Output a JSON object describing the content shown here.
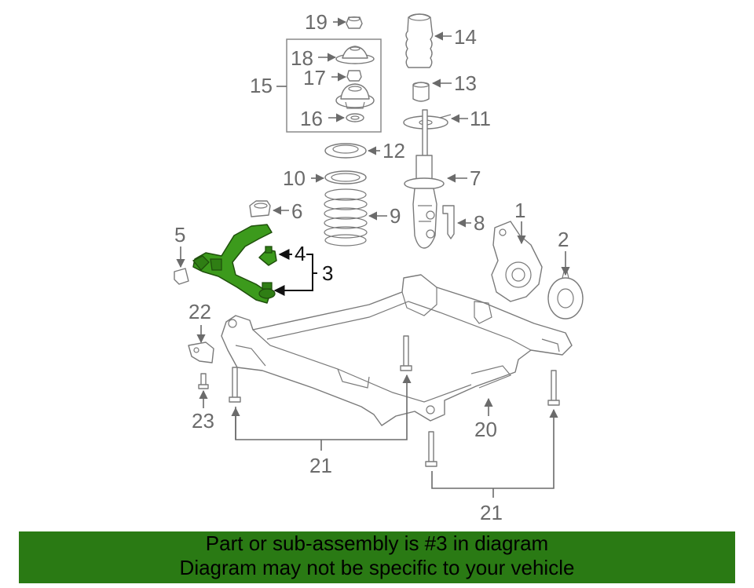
{
  "callouts": {
    "c1": "1",
    "c2": "2",
    "c3": "3",
    "c4": "4",
    "c5": "5",
    "c6": "6",
    "c7": "7",
    "c8": "8",
    "c9": "9",
    "c10": "10",
    "c11": "11",
    "c12": "12",
    "c13": "13",
    "c14": "14",
    "c15": "15",
    "c16": "16",
    "c17": "17",
    "c18": "18",
    "c19": "19",
    "c20": "20",
    "c21a": "21",
    "c21b": "21",
    "c22": "22",
    "c23": "23"
  },
  "highlight": {
    "part_number": "3",
    "color": "#3c9a1c"
  },
  "banner": {
    "line1": "Part or sub-assembly is #3 in diagram",
    "line2": "Diagram may not be specific to your vehicle",
    "background": "#2a7a14"
  }
}
